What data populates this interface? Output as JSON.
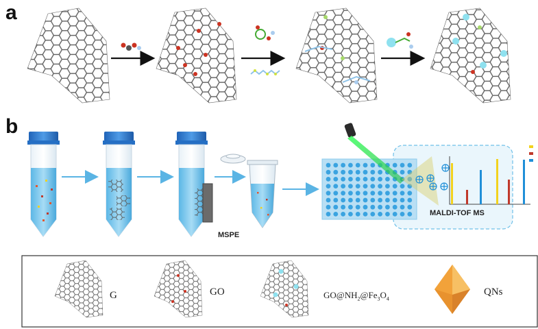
{
  "panel_labels": {
    "a": "a",
    "b": "b"
  },
  "labels": {
    "mspe": "MSPE",
    "maldi": "MALDI-TOF MS"
  },
  "legend": {
    "items": [
      {
        "key": "G",
        "label": "G"
      },
      {
        "key": "GO",
        "label": "GO"
      },
      {
        "key": "GO-NH2-Fe3O4",
        "label": "GO@NH",
        "sub1": "2",
        "mid": "@Fe",
        "sub2": "3",
        "end": "O",
        "sub3": "4"
      },
      {
        "key": "QNs",
        "label": "QNs"
      }
    ]
  },
  "colors": {
    "tube_cap": "#2f7fd6",
    "liquid": "#7cc8ec",
    "arrow": "#5ab4e4",
    "plate": "#b9dff4",
    "well": "#3aa3e0",
    "laser": "#33dd55",
    "peak_yellow": "#f2d21d",
    "peak_red": "#c0392b",
    "peak_blue": "#1f8fd8",
    "octahedron": "#f2a23a"
  }
}
